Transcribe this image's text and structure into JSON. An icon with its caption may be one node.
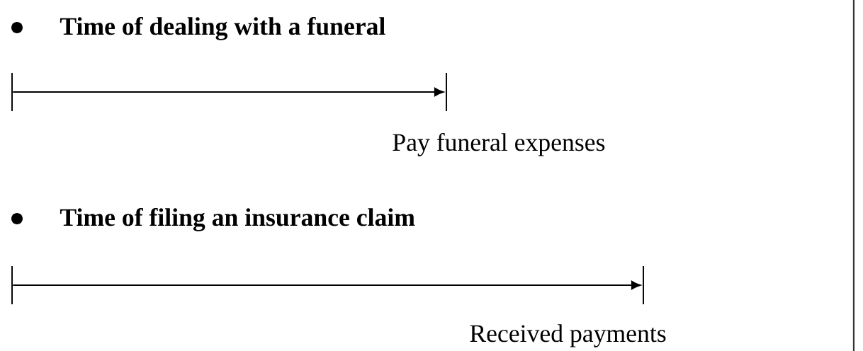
{
  "diagram": {
    "nodes": [
      {
        "text": [],
        "shape": "bar"
      },
      {
        "text": [],
        "shape": "bar",
        "beside": [
          "Pay funeral expenses"
        ]
      },
      {
        "text": [],
        "shape": "bar"
      },
      {
        "text": [],
        "shape": "bar",
        "beside": [
          "Received payments"
        ]
      }
    ],
    "edges": [
      {
        "from": 0,
        "to": 1,
        "arrow": "to"
      },
      {
        "from": 2,
        "to": 3,
        "arrow": "to"
      }
    ],
    "labels": [
      "Time of dealing with a funeral",
      "Time of filing an insurance claim"
    ]
  }
}
